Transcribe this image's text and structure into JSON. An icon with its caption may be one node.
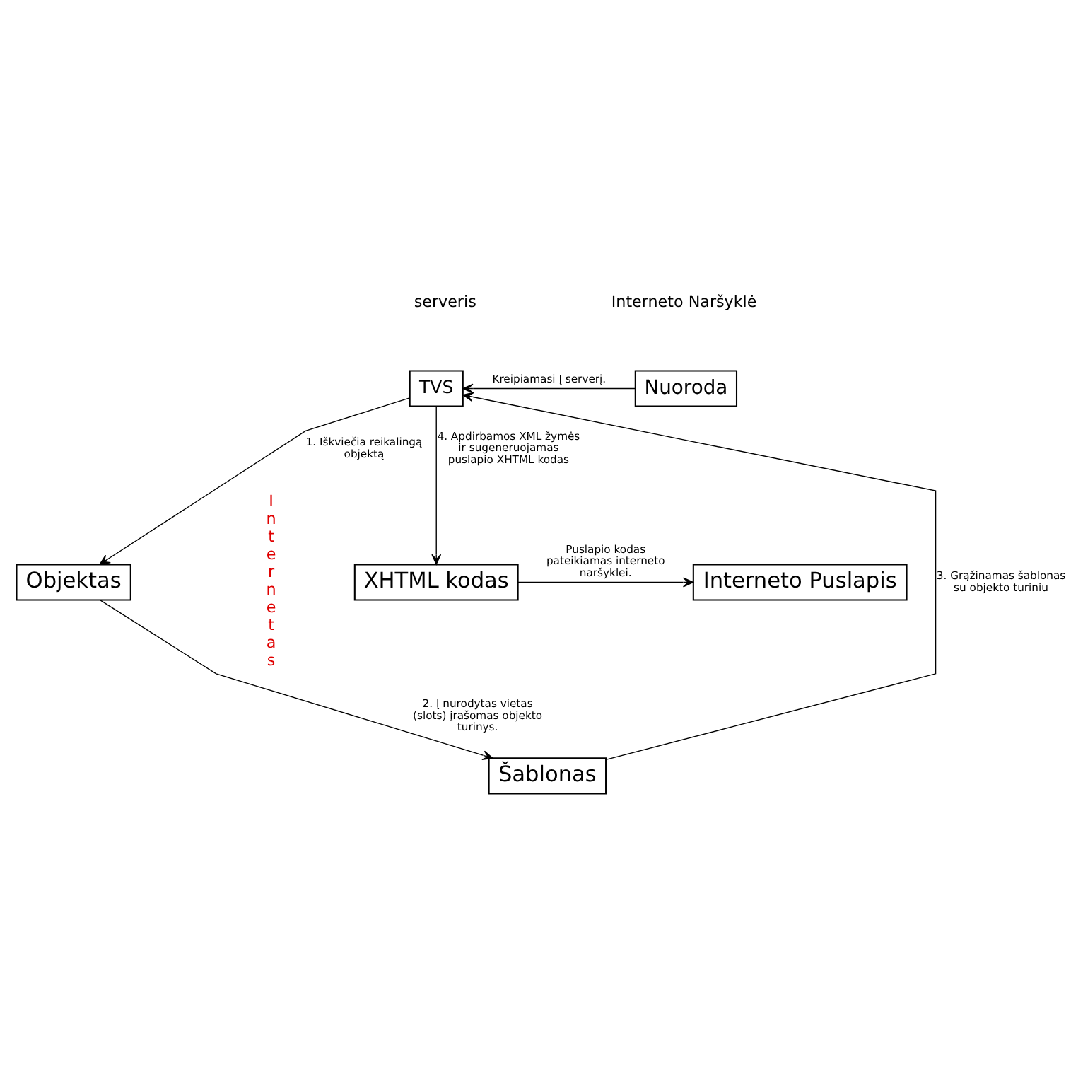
{
  "diagram": {
    "nodes": [
      {
        "text": [
          "TVS"
        ]
      },
      {
        "text": [
          "Nuoroda"
        ]
      },
      {
        "text": [
          "Objektas"
        ]
      },
      {
        "text": [
          "Šablonas"
        ]
      },
      {
        "text": [
          "XHTML kodas"
        ]
      },
      {
        "text": [
          "Interneto Puslapis"
        ]
      }
    ],
    "edges": [
      {
        "from": 1,
        "to": 0,
        "arrow": "to",
        "label": "Kreipiamasi Į serverį."
      },
      {
        "from": 0,
        "to": 2,
        "arrow": "to",
        "label": "1. Iškviečia reikalingą objektą"
      },
      {
        "from": 2,
        "to": 3,
        "arrow": "to",
        "label": "2. Į nurodytas vietas (slots) įrašomas objekto turinys."
      },
      {
        "from": 3,
        "to": 0,
        "arrow": "to",
        "label": "3. Grąžinamas šablonas su objekto turiniu"
      },
      {
        "from": 0,
        "to": 4,
        "arrow": "to",
        "label": "4. Apdirbamos XML žymės ir sugeneruojamas puslapio XHTML kodas"
      },
      {
        "from": 4,
        "to": 5,
        "arrow": "to",
        "label": "Puslapio kodas pateikiamas interneto naršyklei."
      }
    ],
    "labels": [
      "serveris",
      "Internetas",
      "Interneto Naršyklė"
    ]
  }
}
